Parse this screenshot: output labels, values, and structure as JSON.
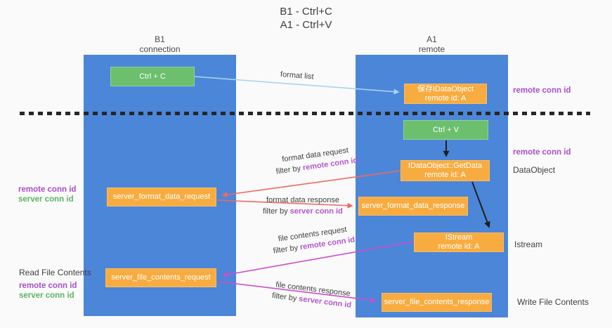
{
  "title": {
    "line1": "B1 - Ctrl+C",
    "line2": "A1 - Ctrl+V"
  },
  "lanes": {
    "left": {
      "name": "B1",
      "role": "connection"
    },
    "right": {
      "name": "A1",
      "role": "remote"
    }
  },
  "nodes": {
    "ctrl_c": {
      "label": "Ctrl + C"
    },
    "ctrl_v": {
      "label": "Ctrl + V"
    },
    "saved_idataobject": {
      "line1": "保存IDataObject",
      "line2": "remote id: A"
    },
    "idataobject_getdata": {
      "line1": "IDataObject::GetData",
      "line2": "remote id: A"
    },
    "istream": {
      "line1": "IStream",
      "line2": "remote id: A"
    },
    "server_format_data_request": {
      "label": "server_format_data_request"
    },
    "server_format_data_response": {
      "label": "server_format_data_response"
    },
    "server_file_contents_request": {
      "label": "server_file_contents_request"
    },
    "server_file_contents_response": {
      "label": "server_file_contents_response"
    }
  },
  "right_labels": {
    "remote_conn_id_top": "remote conn id",
    "remote_conn_id_mid": "remote conn id",
    "dataobject": "DataObject",
    "istream": "Istream",
    "write_file_contents": "Write File Contents"
  },
  "left_labels": {
    "format_remote_conn_id": "remote conn id",
    "format_server_conn_id": "server conn id",
    "read_file_contents": "Read File Contents",
    "file_remote_conn_id": "remote conn id",
    "file_server_conn_id": "server conn id"
  },
  "arrows": {
    "format_list": {
      "label": "format list"
    },
    "format_data_request": {
      "label": "format data request",
      "filter_prefix": "filter by",
      "filter_key": "remote conn id"
    },
    "format_data_response": {
      "label": "format data response",
      "filter_prefix": "filter by",
      "filter_key": "server conn id"
    },
    "file_contents_request": {
      "label": "file contents request",
      "filter_prefix": "filter by",
      "filter_key": "remote conn id"
    },
    "file_contents_response": {
      "label": "file contents response",
      "filter_prefix": "filter by",
      "filter_key": "server conn id"
    }
  },
  "colors": {
    "background": "#fafafa",
    "lane_blue": "#4c86d8",
    "node_green": "#6cbf6d",
    "node_orange": "#f8ac40",
    "label_purple": "#a74fc8",
    "label_green": "#5db561",
    "text_dark": "#3f3f3f",
    "arrow_lightblue": "#a9d3f1",
    "arrow_red": "#f2695f",
    "arrow_magenta": "#cc4ecb",
    "arrow_black": "#1f1f1f"
  }
}
